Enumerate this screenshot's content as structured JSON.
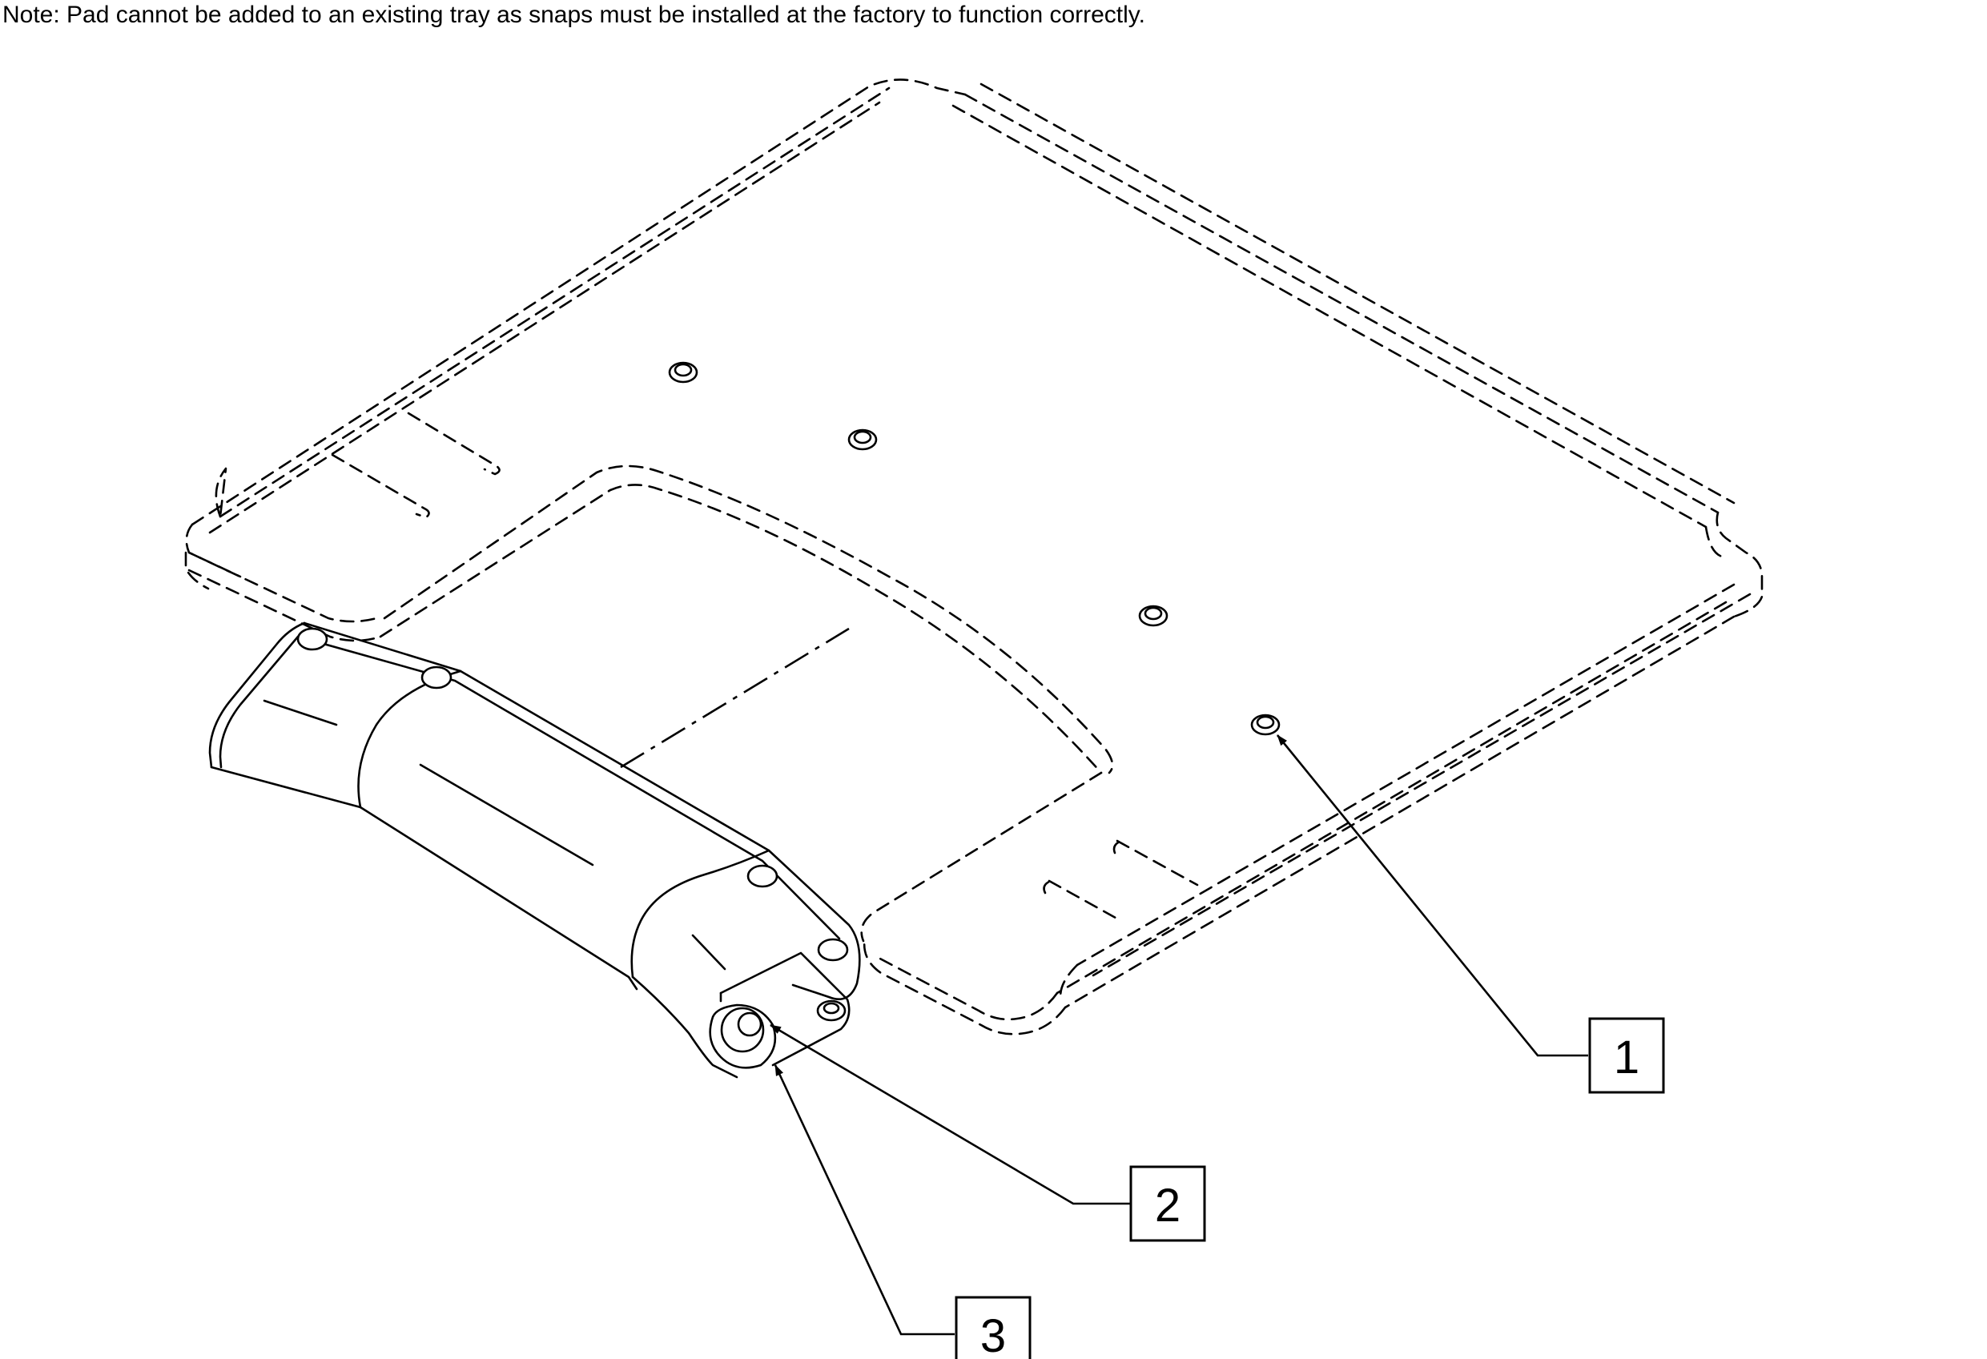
{
  "note": "Note: Pad cannot be added to an existing tray as snaps must be installed at the factory to function correctly.",
  "callouts": [
    {
      "id": "callout-1",
      "label": "1"
    },
    {
      "id": "callout-2",
      "label": "2"
    },
    {
      "id": "callout-3",
      "label": "3"
    }
  ]
}
